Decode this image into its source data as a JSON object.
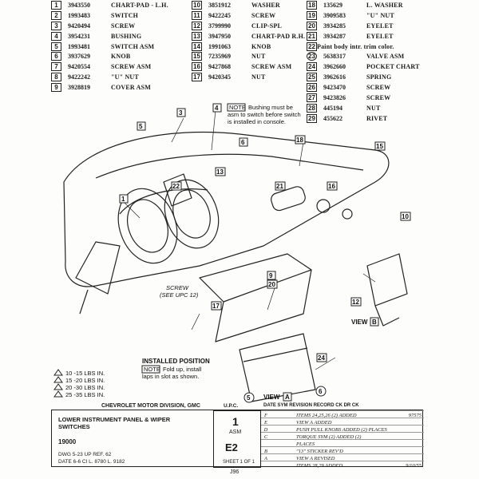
{
  "parts_left": [
    {
      "num": "1",
      "part": "3943550",
      "desc": "CHART-PAD - L.H."
    },
    {
      "num": "2",
      "part": "1993483",
      "desc": "SWITCH"
    },
    {
      "num": "3",
      "part": "9420494",
      "desc": "SCREW"
    },
    {
      "num": "4",
      "part": "3954231",
      "desc": "BUSHING"
    },
    {
      "num": "5",
      "part": "1993481",
      "desc": "SWITCH ASM"
    },
    {
      "num": "6",
      "part": "3937629",
      "desc": "KNOB"
    },
    {
      "num": "7",
      "part": "9420554",
      "desc": "SCREW ASM"
    },
    {
      "num": "8",
      "part": "9422242",
      "desc": "\"U\" NUT"
    },
    {
      "num": "9",
      "part": "3928819",
      "desc": "COVER ASM"
    }
  ],
  "parts_mid": [
    {
      "num": "10",
      "part": "3851912",
      "desc": "WASHER"
    },
    {
      "num": "11",
      "part": "9422245",
      "desc": "SCREW"
    },
    {
      "num": "12",
      "part": "3799990",
      "desc": "CLIP-SPL"
    },
    {
      "num": "13",
      "part": "3947950",
      "desc": "CHART-PAD R.H."
    },
    {
      "num": "14",
      "part": "1991063",
      "desc": "KNOB"
    },
    {
      "num": "15",
      "part": "7235969",
      "desc": "NUT"
    },
    {
      "num": "16",
      "part": "9427868",
      "desc": "SCREW ASM"
    },
    {
      "num": "17",
      "part": "9420345",
      "desc": "NUT"
    }
  ],
  "parts_right": [
    {
      "num": "18",
      "part": "135629",
      "desc": "L. WASHER"
    },
    {
      "num": "19",
      "part": "3909583",
      "desc": "\"U\" NUT"
    },
    {
      "num": "20",
      "part": "3934285",
      "desc": "EYELET"
    },
    {
      "num": "21",
      "part": "3934287",
      "desc": "EYELET"
    },
    {
      "num": "22",
      "part": "",
      "desc": "Paint body intr. trim color."
    },
    {
      "num": "23",
      "part": "5638317",
      "desc": "VALVE ASM"
    },
    {
      "num": "24",
      "part": "3962660",
      "desc": "POCKET CHART"
    },
    {
      "num": "25",
      "part": "3962616",
      "desc": "SPRING"
    },
    {
      "num": "26",
      "part": "9423470",
      "desc": "SCREW"
    },
    {
      "num": "27",
      "part": "9423826",
      "desc": "SCREW"
    },
    {
      "num": "28",
      "part": "445194",
      "desc": "NUT"
    },
    {
      "num": "29",
      "part": "455622",
      "desc": "RIVET"
    }
  ],
  "notes": {
    "bushing": "Bushing must be asm to switch before switch is installed in console.",
    "note_label": "NOTE",
    "installed_position": "INSTALLED POSITION",
    "fold_up": "Fold up, install laps in slot as shown.",
    "screw_see": "SCREW (SEE UPC 12)",
    "view_a": "VIEW A",
    "view_b": "VIEW B"
  },
  "torque_specs": [
    {
      "mark": "10",
      "text": "10 -15 LBS IN."
    },
    {
      "mark": "15",
      "text": "15 -20 LBS IN."
    },
    {
      "mark": "20",
      "text": "20 -30 LBS IN."
    },
    {
      "mark": "25",
      "text": "25 -35 LBS IN."
    }
  ],
  "title_block": {
    "company": "CHEVROLET MOTOR DIVISION, GMC",
    "title": "LOWER INSTRUMENT PANEL & WIPER SWITCHES",
    "number": "19000",
    "dwg": "DWG 5-23  UP  REF. 62",
    "date": "DATE 6-6 CI  L. 8780 L. 9182",
    "upc_head": "U.P.C.",
    "upc_num": "1",
    "asm": "ASM",
    "sheet_code": "E2",
    "sheet": "SHEET 1 OF 1",
    "col_heads": "DATE  SYM      REVISION RECORD       CK  DR  CK",
    "revisions": [
      {
        "letter": "F",
        "date": "",
        "text": "ITEMS 24,25,26 (2) ADDED",
        "ref": "97575"
      },
      {
        "letter": "E",
        "date": "",
        "text": "VIEW A ADDED",
        "ref": ""
      },
      {
        "letter": "D",
        "date": "",
        "text": "PUSH PULL KNOBS ADDED (2) PLACES",
        "ref": ""
      },
      {
        "letter": "C",
        "date": "",
        "text": "TORQUE SYM (2) ADDED (2)",
        "ref": ""
      },
      {
        "letter": "",
        "date": "",
        "text": "PLACES",
        "ref": ""
      },
      {
        "letter": "B",
        "date": "",
        "text": "\"13\" STICKER REV'D",
        "ref": ""
      },
      {
        "letter": "A",
        "date": "",
        "text": "VIEW A REVISED",
        "ref": ""
      },
      {
        "letter": "",
        "date": "",
        "text": "ITEMS 28,29 ADDED",
        "ref": "9/10/55"
      }
    ]
  },
  "footer": "J96"
}
